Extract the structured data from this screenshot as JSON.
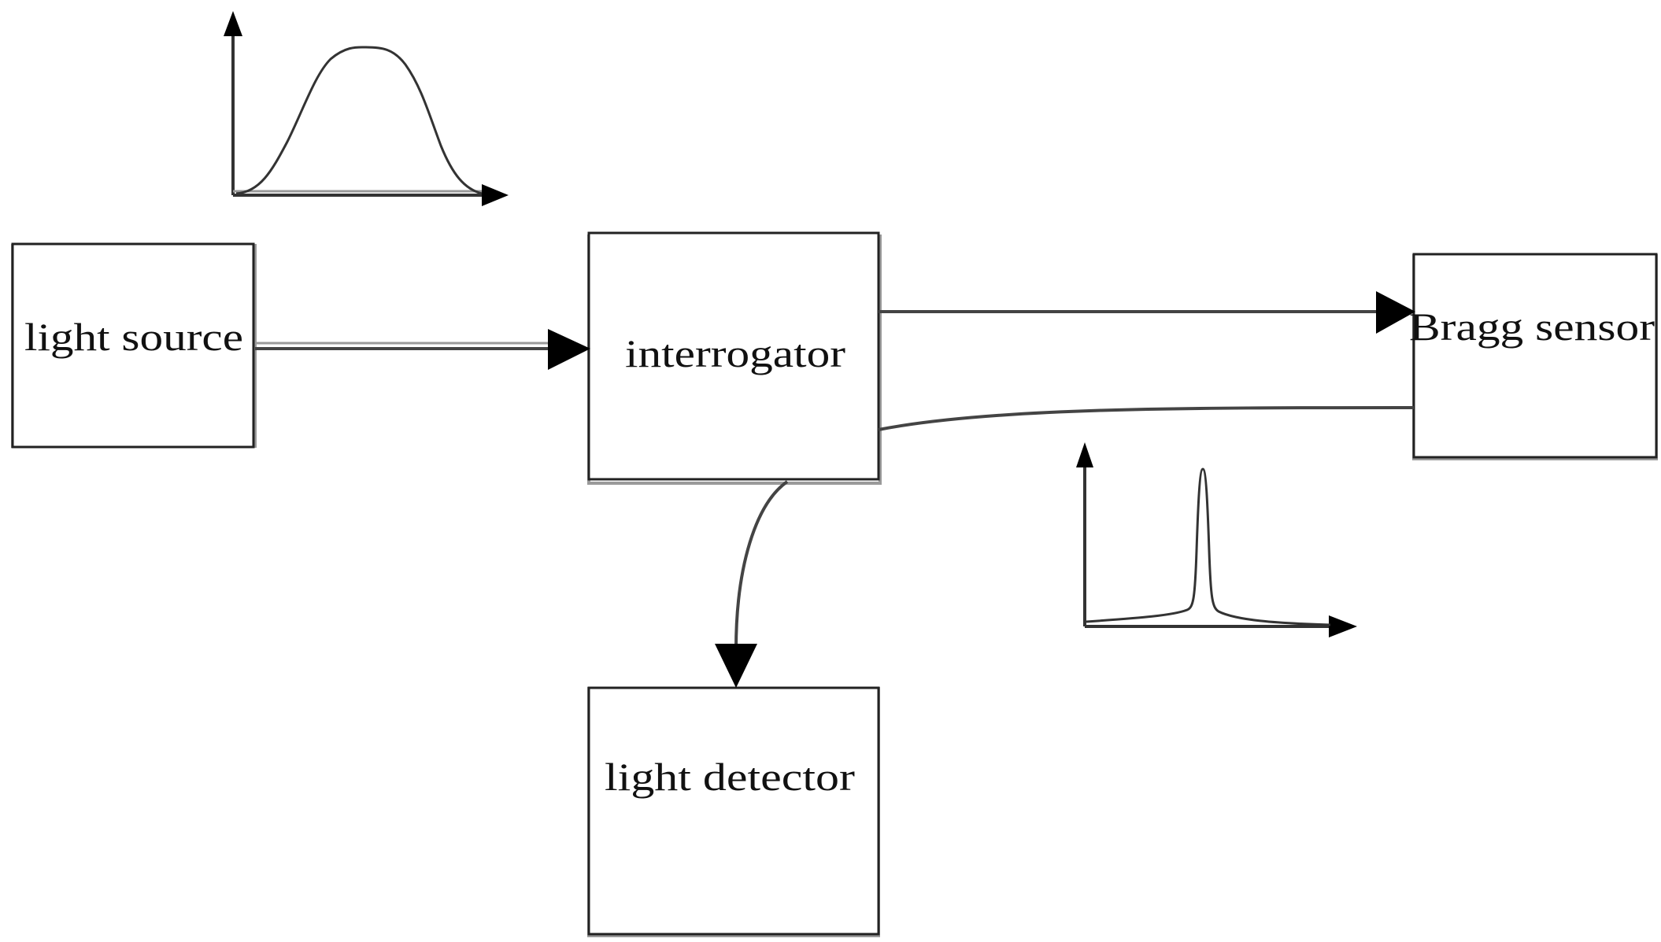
{
  "blocks": {
    "light_source": {
      "label": "light source"
    },
    "interrogator": {
      "label": "interrogator"
    },
    "bragg_sensor": {
      "label": "Bragg sensor"
    },
    "light_detector": {
      "label": "light detector"
    }
  },
  "insets": {
    "source_spectrum": {
      "shape": "broadband-bell"
    },
    "reflected_spectrum": {
      "shape": "narrow-peak"
    }
  },
  "colors": {
    "box_border": "#222222",
    "line": "#444444",
    "arrowhead": "#000000",
    "text": "#111111",
    "background": "#ffffff"
  }
}
